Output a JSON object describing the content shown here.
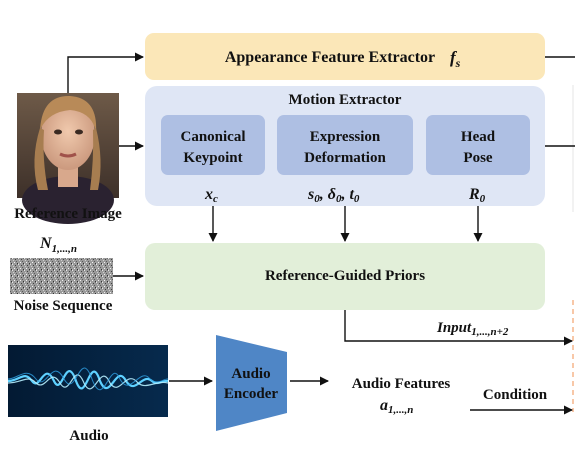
{
  "appearance": {
    "title": "Appearance Feature Extractor",
    "symbol": "f",
    "symbol_sub": "s"
  },
  "motion": {
    "title": "Motion Extractor",
    "boxes": [
      {
        "line1": "Canonical",
        "line2": "Keypoint"
      },
      {
        "line1": "Expression",
        "line2": "Deformation"
      },
      {
        "line1": "Head",
        "line2": "Pose"
      }
    ],
    "outputs": {
      "xc": {
        "main": "x",
        "sub": "c"
      },
      "sdt": {
        "s": "s",
        "s_sub": "0",
        "d": "δ",
        "d_sub": "0",
        "t": "t",
        "t_sub": "0"
      },
      "r": {
        "main": "R",
        "sub": "0"
      }
    }
  },
  "reference_image": {
    "label": "Reference Image"
  },
  "noise": {
    "symbol": "N",
    "symbol_sub": "1,...,n",
    "label": "Noise Sequence"
  },
  "priors": {
    "label": "Reference-Guided Priors"
  },
  "input": {
    "main": "Input",
    "sub": "1,...,n+2"
  },
  "audio": {
    "label": "Audio",
    "encoder_line1": "Audio",
    "encoder_line2": "Encoder",
    "features_line1": "Audio Features",
    "features_symbol": "a",
    "features_sub": "1,...,n",
    "condition": "Condition"
  },
  "colors": {
    "appearance_fill": "#fbe7b8",
    "motion_fill": "#dfe6f5",
    "sub_box_fill": "#aebfe3",
    "priors_fill": "#e2efd9",
    "encoder_fill": "#4f86c6",
    "accent_dashed": "#f4b183"
  }
}
